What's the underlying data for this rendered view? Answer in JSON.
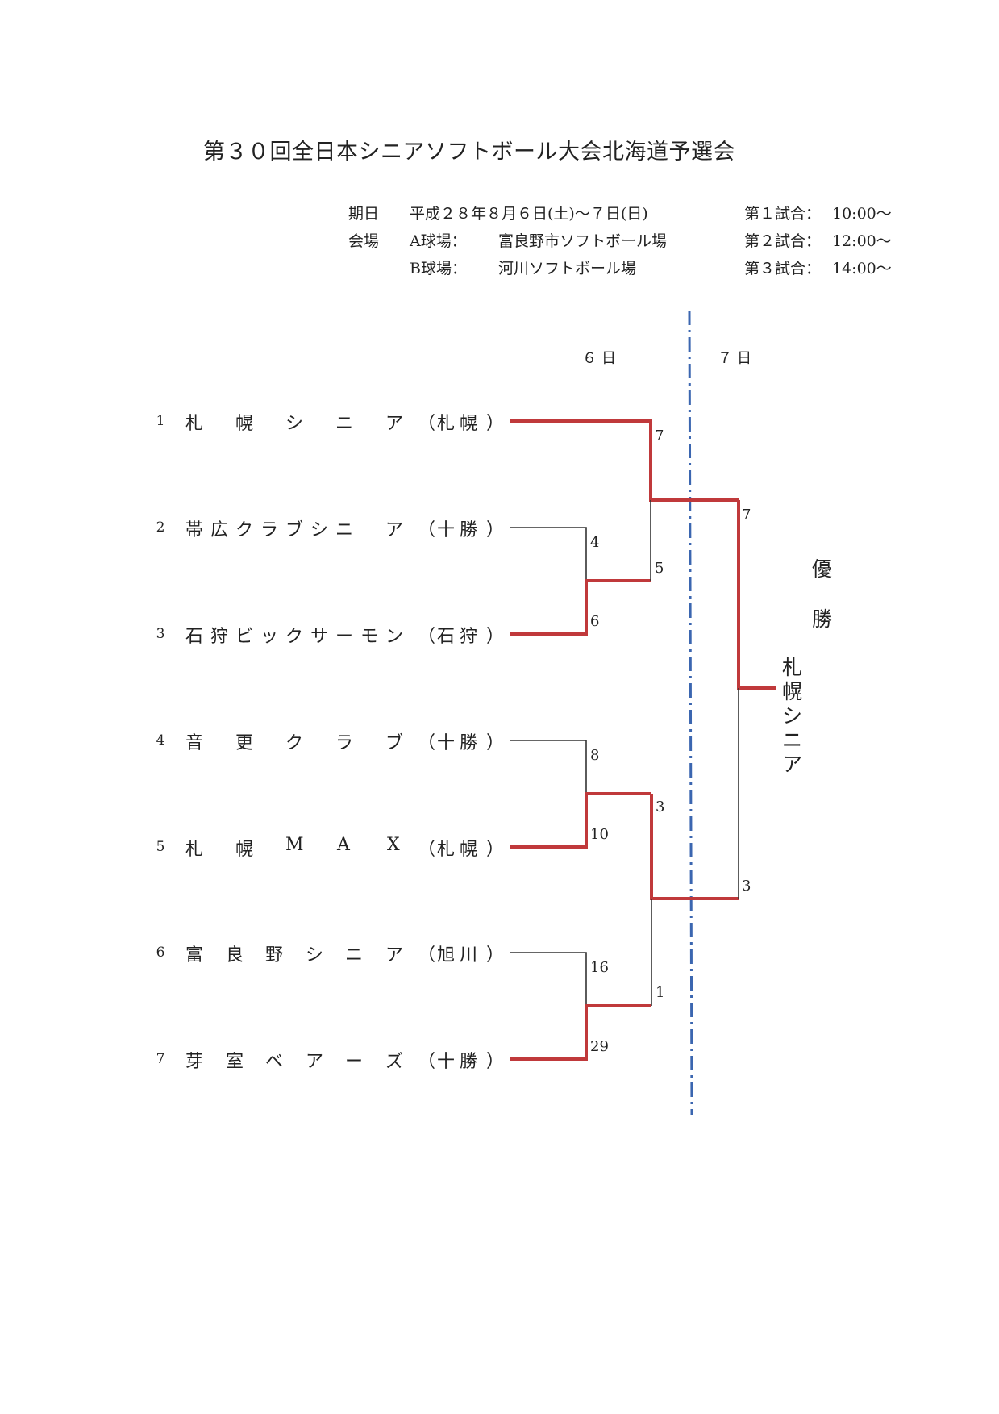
{
  "title": "第３０回全日本シニアソフトボール大会北海道予選会",
  "info": {
    "date_label": "期日",
    "date_value": "平成２８年８月６日(土)～７日(日)",
    "venue_label": "会場",
    "field_a_label": "A球場：",
    "field_a_name": "富良野市ソフトボール場",
    "field_b_label": "B球場：",
    "field_b_name": "河川ソフトボール場",
    "schedule": [
      {
        "label": "第１試合：",
        "time": "10:00～"
      },
      {
        "label": "第２試合：",
        "time": "12:00～"
      },
      {
        "label": "第３試合：",
        "time": "14:00～"
      }
    ]
  },
  "days": [
    "６日",
    "７日"
  ],
  "teams": [
    {
      "no": "1",
      "chars": [
        "札",
        "幌",
        "シ",
        "ニ",
        "ア"
      ],
      "region": "札幌"
    },
    {
      "no": "2",
      "chars": [
        "帯",
        "広",
        "ク",
        "ラ",
        "ブ",
        "シ",
        "ニ",
        "ア"
      ],
      "region": "十勝"
    },
    {
      "no": "3",
      "chars": [
        "石",
        "狩",
        "ビ",
        "ッ",
        "ク",
        "サ",
        "ー",
        "モ",
        "ン"
      ],
      "region": "石狩"
    },
    {
      "no": "4",
      "chars": [
        "音",
        "更",
        "ク",
        "ラ",
        "ブ"
      ],
      "region": "十勝"
    },
    {
      "no": "5",
      "chars": [
        "札",
        "幌",
        "M",
        "A",
        "X"
      ],
      "region": "札幌"
    },
    {
      "no": "6",
      "chars": [
        "富",
        "良",
        "野",
        "シ",
        "ニ",
        "ア"
      ],
      "region": "旭川"
    },
    {
      "no": "7",
      "chars": [
        "芽",
        "室",
        "ベ",
        "ア",
        "ー",
        "ズ"
      ],
      "region": "十勝"
    }
  ],
  "scores": {
    "r1_team2": "4",
    "r1_team3": "6",
    "r1_team4": "8",
    "r1_team5": "10",
    "r1_team6": "16",
    "r1_team7": "29",
    "sf1_team1": "7",
    "sf1_w23": "5",
    "sf2_w45": "3",
    "sf2_w67": "1",
    "final_top": "7",
    "final_bottom": "3"
  },
  "champion": {
    "label": [
      "優",
      "勝"
    ],
    "name": [
      "札",
      "幌",
      "シ",
      "ニ",
      "ア"
    ]
  },
  "colors": {
    "winner_line": "#c0393b",
    "loser_line": "#333333",
    "day_divider": "#3b66b0"
  }
}
